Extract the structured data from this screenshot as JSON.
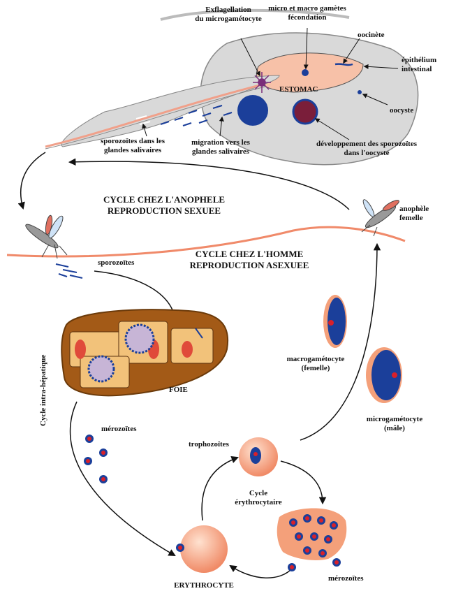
{
  "labels": {
    "exflag_1": "Exflagellation",
    "exflag_2": "du microgamétocyte",
    "gametes_1": "micro et macro gamètes",
    "gametes_2": "fécondation",
    "oocinete": "oocinète",
    "epithelium_1": "épithélium",
    "epithelium_2": "intestinal",
    "estomac": "ESTOMAC",
    "oocyste": "oocyste",
    "sporo_glandes_1": "sporozoïtes dans les",
    "sporo_glandes_2": "glandes salivaires",
    "migration_1": "migration vers les",
    "migration_2": "glandes salivaires",
    "dev_1": "développement des sporozoïtes",
    "dev_2": "dans l'oocyste",
    "cycle_anoph_1": "CYCLE CHEZ L'ANOPHELE",
    "cycle_anoph_2": "REPRODUCTION SEXUEE",
    "anophele_1": "anophèle",
    "anophele_2": "femelle",
    "cycle_homme_1": "CYCLE CHEZ L'HOMME",
    "cycle_homme_2": "REPRODUCTION ASEXUEE",
    "sporozoites": "sporozoïtes",
    "cycle_hepatique": "Cycle intra-hépatique",
    "foie": "FOIE",
    "macro_1": "macrogamétocyte",
    "macro_2": "(femelle)",
    "micro_1": "microgamétocyte",
    "micro_2": "(mâle)",
    "merozoites_left": "mérozoïtes",
    "trophozoites": "trophozoïtes",
    "cycle_ery_1": "Cycle",
    "cycle_ery_2": "érythrocytaire",
    "merozoites_right": "mérozoïtes",
    "erythrocyte": "ERYTHROCYTE"
  },
  "colors": {
    "midgut": "#f7c1a8",
    "parasite_blue": "#1b3f9a",
    "parasite_red": "#d8202a",
    "liver": "#a35a17",
    "liver_cell": "#f2c27a",
    "erythrocyte": "#f4a07a",
    "mosquito_outline": "#9a9a9a",
    "skin_line": "#f08a6a"
  }
}
